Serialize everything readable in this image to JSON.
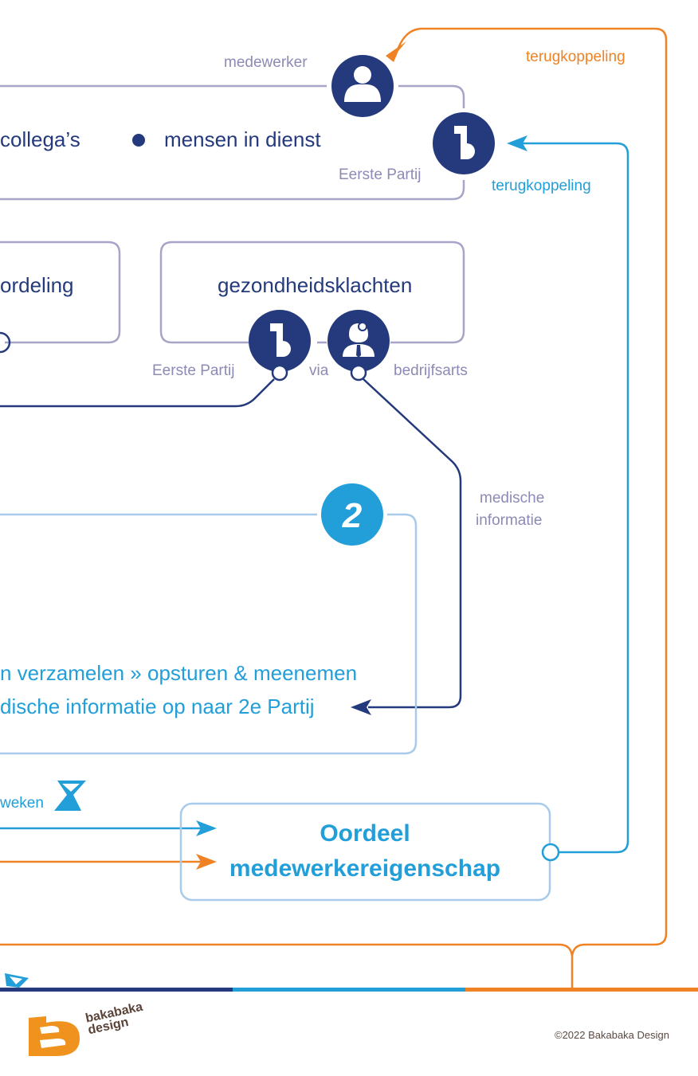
{
  "colors": {
    "navy": "#243a7c",
    "blue": "#229ed8",
    "light_blue": "#a8cbea",
    "orange": "#ef8225",
    "muted_purple": "#8c8ab6",
    "box_border": "#a7a5c8"
  },
  "top_panel": {
    "medewerker_label": "medewerker",
    "bullet_items": [
      "collega’s",
      "mensen in dienst"
    ],
    "eerste_partij_label": "Eerste Partij",
    "feedback_orange_label": "terugkoppeling",
    "feedback_blue_label": "terugkoppeling"
  },
  "middle_panel": {
    "left_box_label": "ordeling",
    "right_box_label": "gezondheidsklachten",
    "eerste_partij_label": "Eerste Partij",
    "via_label": "via",
    "bedrijfsarts_label": "bedrijfsarts",
    "medische_info_label_line1": "medische",
    "medische_info_label_line2": "informatie"
  },
  "second_party_panel": {
    "badge": "2",
    "line1": "n verzamelen  »  opsturen & meenemen",
    "line2": "dische informatie op naar 2e Partij"
  },
  "bottom_panel": {
    "weeks_label": "weken",
    "oordeel_line1": "Oordeel",
    "oordeel_line2": "medewerkereigenschap"
  },
  "footer": {
    "logo_line1": "bakabaka",
    "logo_line2": "design",
    "copyright": "©2022 Bakabaka Design"
  },
  "icons": {
    "medewerker": "person-icon",
    "eerste_partij": "first-party-1-icon",
    "bedrijfsarts": "doctor-icon",
    "tweede_partij": "second-party-2-icon",
    "hourglass": "hourglass-icon"
  }
}
